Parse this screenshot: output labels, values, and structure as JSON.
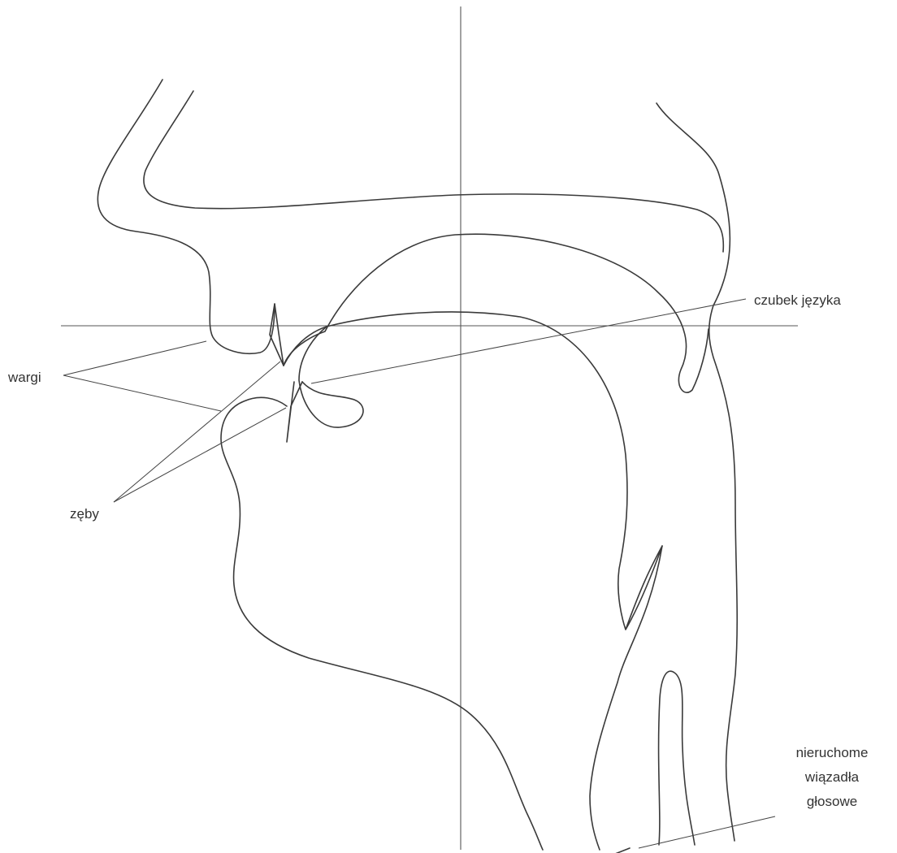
{
  "labels": {
    "lips": "wargi",
    "teeth": "zęby",
    "tongue_tip": "czubek języka",
    "vocal_folds_line1": "nieruchome",
    "vocal_folds_line2": "wiązadła",
    "vocal_folds_line3": "głosowe"
  }
}
